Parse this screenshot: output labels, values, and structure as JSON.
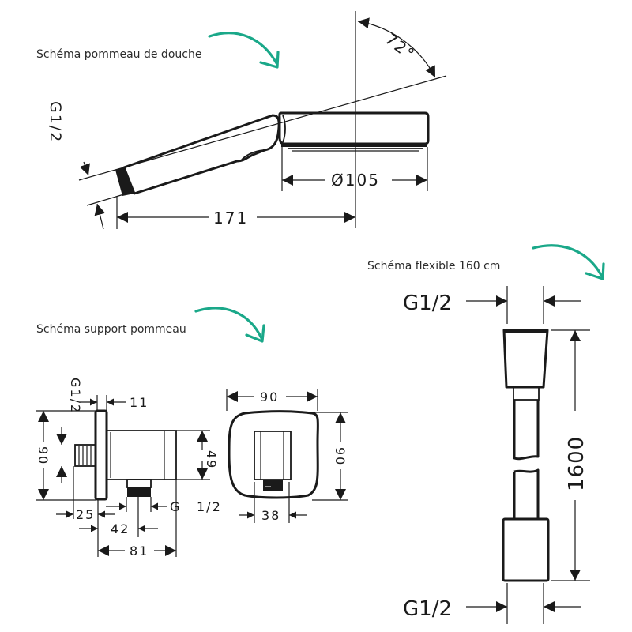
{
  "captions": {
    "shower_head": "Schéma pommeau de douche",
    "holder": "Schéma support pommeau",
    "hose": "Schéma flexible 160 cm"
  },
  "colors": {
    "accent": "#1aa889",
    "line": "#1a1a1a",
    "text": "#2b2b2b"
  },
  "shower_head": {
    "thread": "G1/2",
    "angle": "72°",
    "diameter": "Ø105",
    "length": "171"
  },
  "holder": {
    "thread_top": "G1/2",
    "flange": "11",
    "height": "90",
    "body_height": "49",
    "d25": "25",
    "d42": "42",
    "outlet_g": "G",
    "outlet_half": "1/2",
    "depth": "81",
    "front_width": "90",
    "front_height": "90",
    "front_inner": "38"
  },
  "hose": {
    "thread_top": "G1/2",
    "thread_bottom": "G1/2",
    "length": "1600"
  }
}
